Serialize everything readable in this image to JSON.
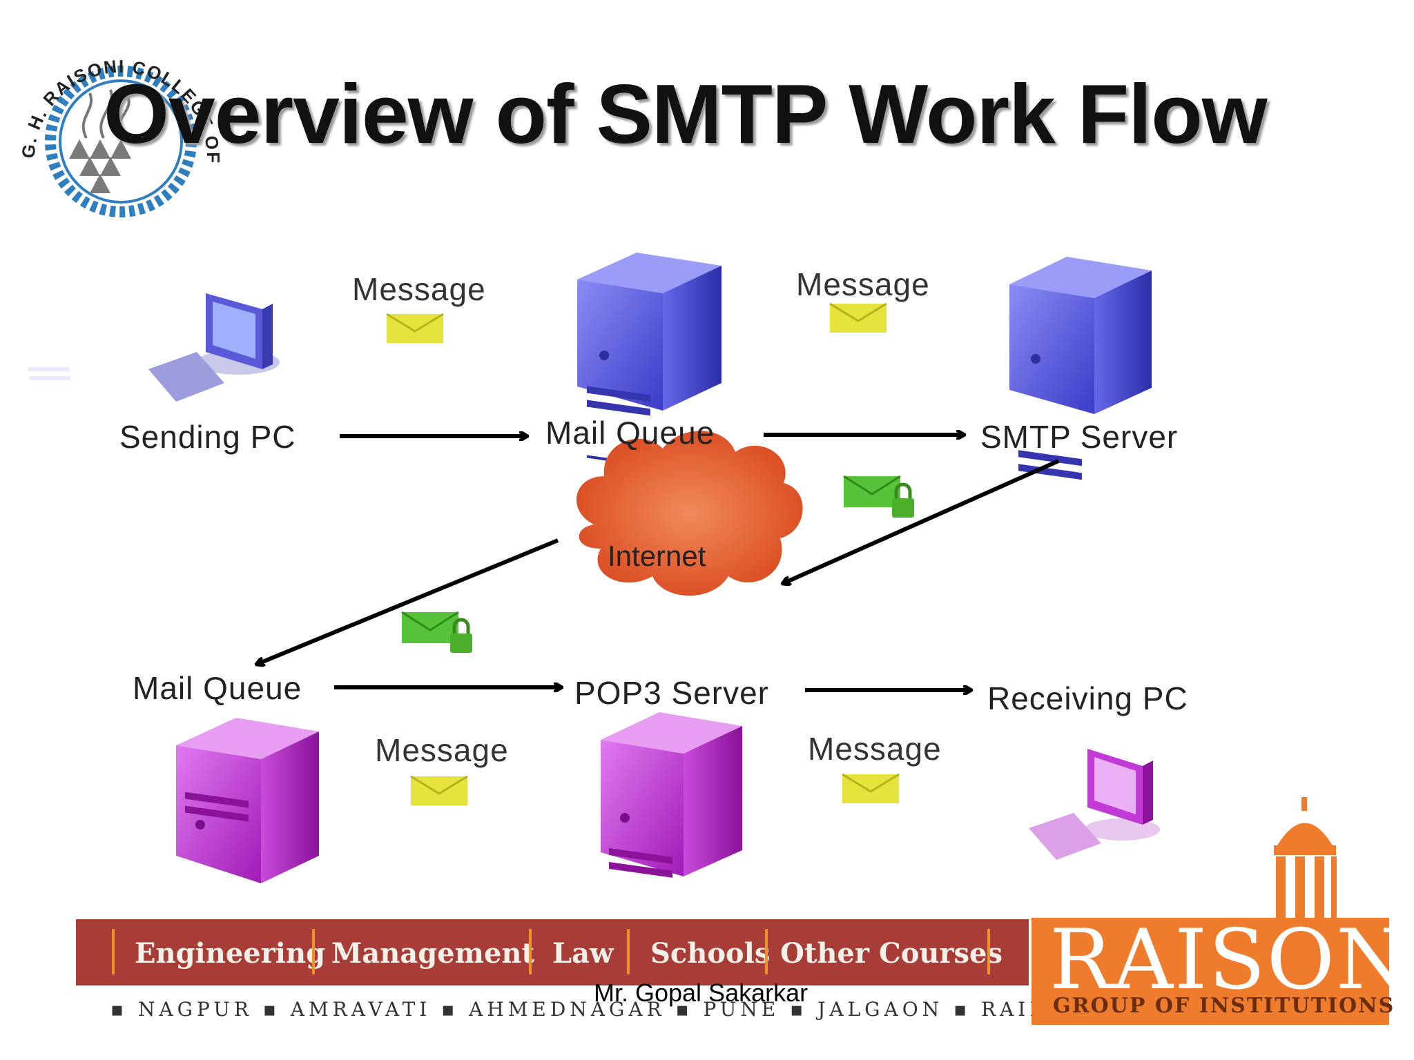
{
  "title": "Overview of SMTP Work Flow",
  "logo_text": "G. H. RAISONI COLLEGE OF ENGINEERING",
  "nodes": {
    "sending_pc": "Sending PC",
    "mail_queue_top": "Mail Queue",
    "smtp_server": "SMTP Server",
    "internet": "Internet",
    "mail_queue_bottom": "Mail Queue",
    "pop3_server": "POP3 Server",
    "receiving_pc": "Receiving PC"
  },
  "messages": [
    "Message",
    "Message",
    "Message",
    "Message"
  ],
  "footer": {
    "categories": [
      "Engineering",
      "Management",
      "Law",
      "Schools",
      "Other Courses"
    ],
    "cities": "▪ NAGPUR ▪ AMRAVATI ▪ AHMEDNAGAR ▪ PUNE ▪ JALGAON ▪ RAIPUR ▪",
    "brand": "RAISONI",
    "brand_sub": "GROUP OF INSTITUTIONS",
    "author": "Mr. Gopal Sakarkar"
  },
  "colors": {
    "server_top": "#5a5ae0",
    "server_bottom": "#c23ad6",
    "cloud": "#e0542a",
    "envelope_plain": "#e6e23c",
    "envelope_secure": "#55c23a",
    "footer_band": "#a83c36",
    "brand": "#ef7c2c"
  }
}
